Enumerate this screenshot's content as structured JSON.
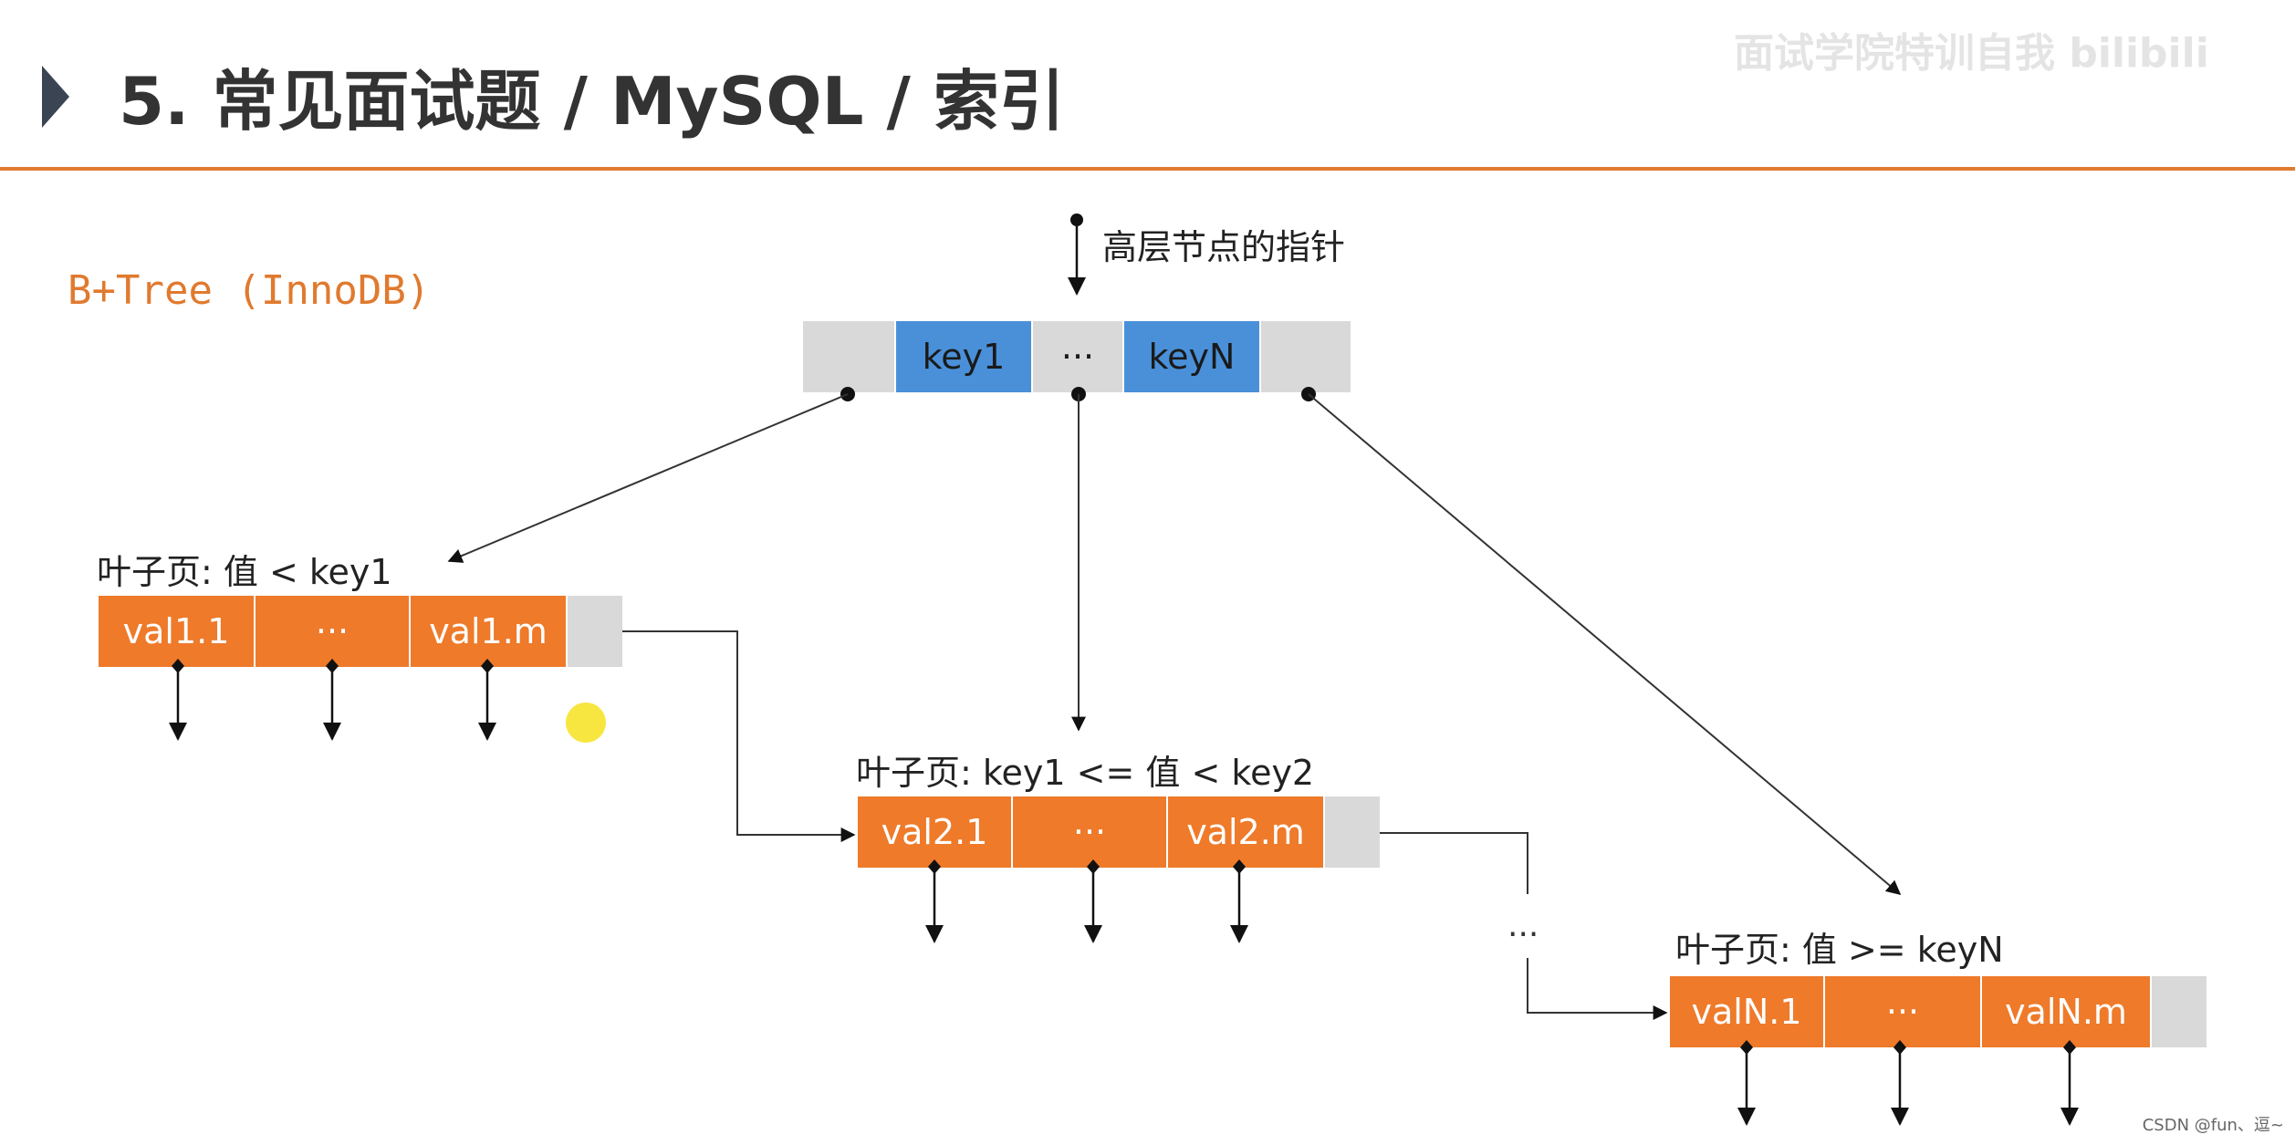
{
  "header": {
    "title": "5. 常见面试题 / MySQL / 索引",
    "watermark": "面试学院特训自我 bilibili"
  },
  "diagram": {
    "subtitle": "B+Tree (InnoDB)",
    "pointer_label": "高层节点的指针",
    "root": {
      "key1": "key1",
      "ellipsis": "···",
      "keyN": "keyN"
    },
    "leaf1": {
      "caption": "叶子页: 值 < key1",
      "cells": [
        "val1.1",
        "···",
        "val1.m"
      ]
    },
    "leaf2": {
      "caption": "叶子页: key1 <= 值 < key2",
      "cells": [
        "val2.1",
        "···",
        "val2.m"
      ]
    },
    "leafN": {
      "caption": "叶子页: 值 >= keyN",
      "cells": [
        "valN.1",
        "···",
        "valN.m"
      ]
    },
    "between_leaves": "···"
  },
  "footer": {
    "credit": "CSDN @fun、逗~"
  },
  "colors": {
    "accent": "#e07a2f",
    "key_blue": "#4a90d9",
    "leaf_orange": "#ee7a2a",
    "pointer_gray": "#d9d9d9"
  }
}
